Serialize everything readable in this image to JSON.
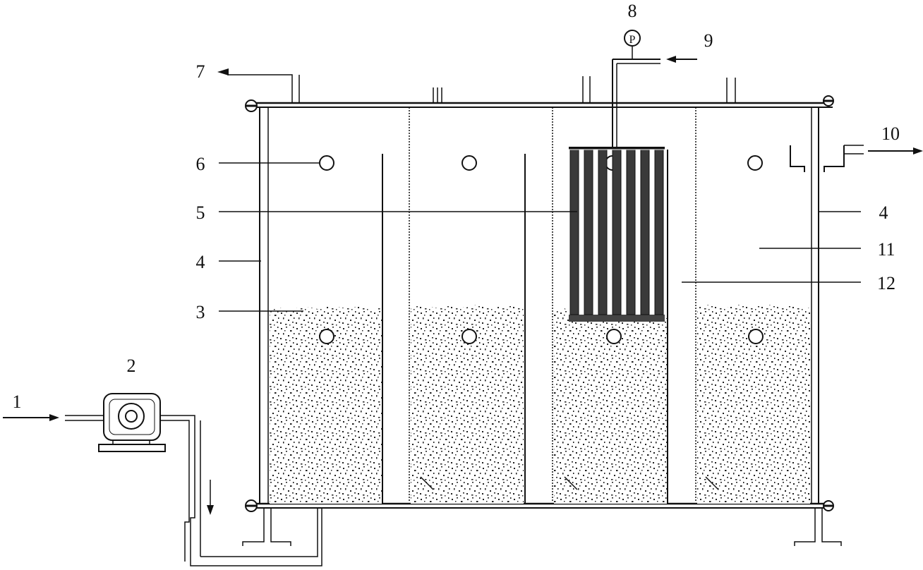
{
  "labels": {
    "l1": "1",
    "l2": "2",
    "l3": "3",
    "l4a": "4",
    "l4b": "4",
    "l5": "5",
    "l6": "6",
    "l7": "7",
    "l8": "8",
    "l8_gauge": "P",
    "l9": "9",
    "l10": "10",
    "l11": "11",
    "l12": "12"
  },
  "colors": {
    "line": "#111111",
    "media_dot": "#222222",
    "membrane": "#3a3a3a",
    "background": "#ffffff"
  }
}
